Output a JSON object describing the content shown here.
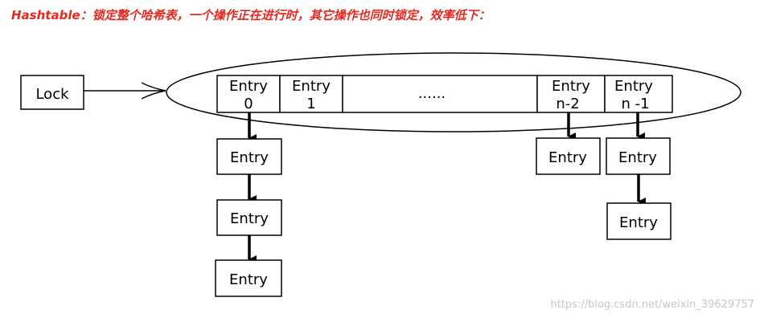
{
  "title": "Hashtable：锁定整个哈希表，一个操作正在进行时，其它操作也同时锁定，效率低下：",
  "lock_label": "Lock",
  "table_cells": [
    {
      "line1": "Entry",
      "line2": "0"
    },
    {
      "line1": "Entry",
      "line2": "1"
    },
    {
      "line1": "......",
      "line2": ""
    },
    {
      "line1": "Entry",
      "line2": "n-2"
    },
    {
      "line1": "Entry",
      "line2": "n -1"
    }
  ],
  "chain_entry_label": "Entry",
  "watermark": "https://blog.csdn.net/weixin_39629757",
  "colors": {
    "title": "#e8281e",
    "stroke": "#000000",
    "watermark": "#c8c8c8"
  }
}
